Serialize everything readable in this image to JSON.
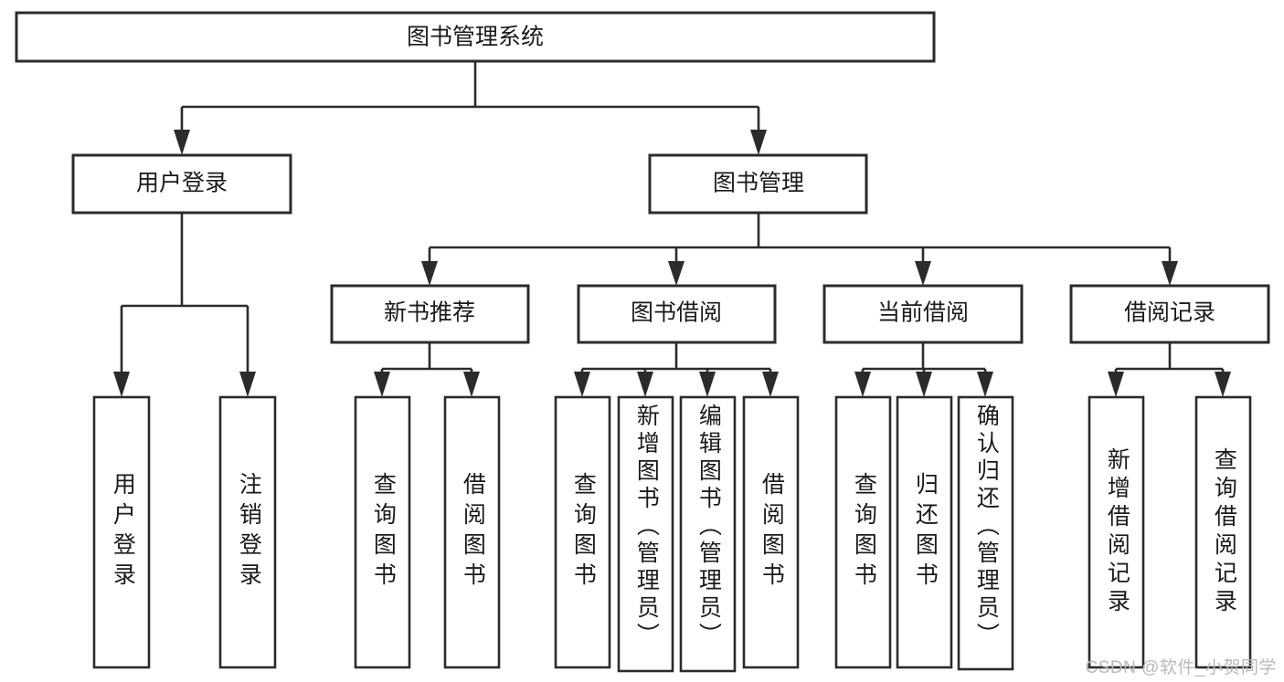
{
  "diagram": {
    "type": "tree-hierarchy",
    "title": "图书管理系统",
    "orientation": "top-down",
    "colors": {
      "box_stroke": "#2b2b2b",
      "box_fill": "#ffffff",
      "text": "#1a1a1a",
      "background": "#ffffff",
      "watermark": "#b9b9b9"
    },
    "root": {
      "id": "root",
      "label": "图书管理系统"
    },
    "level1": [
      {
        "id": "user-login",
        "label": "用户登录"
      },
      {
        "id": "book-manage",
        "label": "图书管理"
      }
    ],
    "level2": [
      {
        "id": "new-book-recommend",
        "label": "新书推荐",
        "parent": "book-manage"
      },
      {
        "id": "book-borrow",
        "label": "图书借阅",
        "parent": "book-manage"
      },
      {
        "id": "current-borrow",
        "label": "当前借阅",
        "parent": "book-manage"
      },
      {
        "id": "borrow-record",
        "label": "借阅记录",
        "parent": "book-manage"
      }
    ],
    "leaves": [
      {
        "id": "leaf-user-login",
        "label": "用户登录",
        "parent": "user-login"
      },
      {
        "id": "leaf-logout",
        "label": "注销登录",
        "parent": "user-login"
      },
      {
        "id": "leaf-query-book-1",
        "label": "查询图书",
        "parent": "new-book-recommend"
      },
      {
        "id": "leaf-borrow-book-1",
        "label": "借阅图书",
        "parent": "new-book-recommend"
      },
      {
        "id": "leaf-query-book-2",
        "label": "查询图书",
        "parent": "book-borrow"
      },
      {
        "id": "leaf-add-book",
        "label": "新增图书（管理员）",
        "parent": "book-borrow"
      },
      {
        "id": "leaf-edit-book",
        "label": "编辑图书（管理员）",
        "parent": "book-borrow"
      },
      {
        "id": "leaf-borrow-book-2",
        "label": "借阅图书",
        "parent": "book-borrow"
      },
      {
        "id": "leaf-query-book-3",
        "label": "查询图书",
        "parent": "current-borrow"
      },
      {
        "id": "leaf-return-book",
        "label": "归还图书",
        "parent": "current-borrow"
      },
      {
        "id": "leaf-confirm-return",
        "label": "确认归还（管理员）",
        "parent": "current-borrow"
      },
      {
        "id": "leaf-add-record",
        "label": "新增借阅记录",
        "parent": "borrow-record"
      },
      {
        "id": "leaf-query-record",
        "label": "查询借阅记录",
        "parent": "borrow-record"
      }
    ]
  },
  "watermark": {
    "text": "CSDN @软件_小贺同学"
  }
}
